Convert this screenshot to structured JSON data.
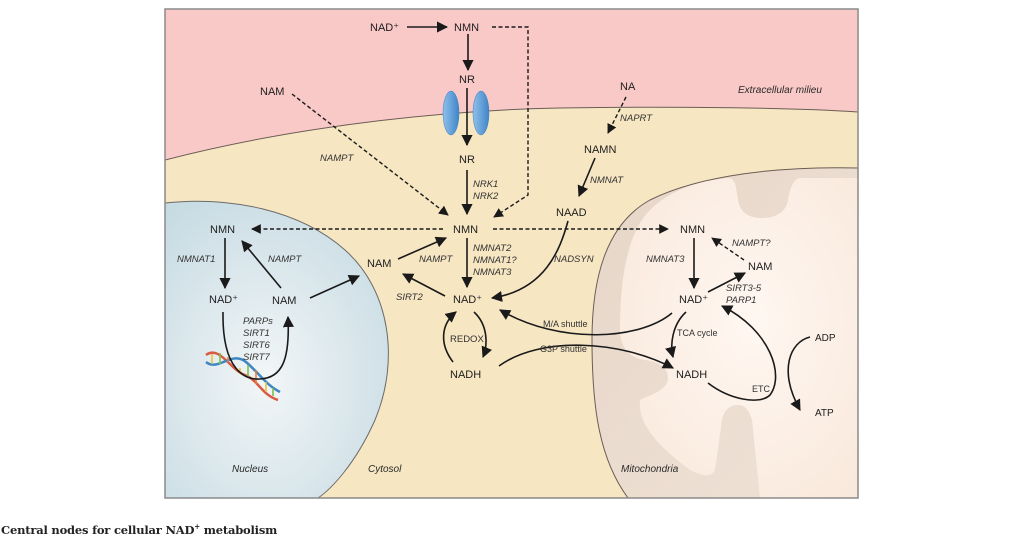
{
  "figure": {
    "compartments": {
      "extracellular": "Extracellular milieu",
      "nucleus": "Nucleus",
      "cytosol": "Cytosol",
      "mitochondria": "Mitochondria"
    },
    "colors": {
      "extracellular": "#f9c9c8",
      "cytosol": "#f6e6c2",
      "nucleus": "#d5e4ea",
      "mitochondria_outer": "#e8d8cc",
      "mitochondria_inner": "#fbeee4",
      "transporter": "#5b9bd5",
      "arrow": "#1a1a1a"
    },
    "nodes": {
      "ex_nad": "NAD⁺",
      "ex_nmn": "NMN",
      "ex_nr": "NR",
      "ex_nam": "NAM",
      "ex_na": "NA",
      "cy_nr": "NR",
      "cy_namn": "NAMN",
      "cy_naad": "NAAD",
      "cy_nmn": "NMN",
      "cy_nam": "NAM",
      "cy_nad": "NAD⁺",
      "cy_nadh": "NADH",
      "nu_nmn": "NMN",
      "nu_nad": "NAD⁺",
      "nu_nam": "NAM",
      "mi_nmn": "NMN",
      "mi_nam": "NAM",
      "mi_nad": "NAD⁺",
      "mi_nadh": "NADH",
      "mi_adp": "ADP",
      "mi_atp": "ATP"
    },
    "enzymes": {
      "nampt_ex": "NAMPT",
      "naprt": "NAPRT",
      "nrk1": "NRK1",
      "nrk2": "NRK2",
      "nmnat": "NMNAT",
      "nmnat2": "NMNAT2",
      "nmnat1q": "NMNAT1?",
      "nmnat3_cy": "NMNAT3",
      "nadsyn": "NADSYN",
      "nampt_cy": "NAMPT",
      "sirt2": "SIRT2",
      "nmnat1": "NMNAT1",
      "nampt_nu": "NAMPT",
      "parps": "PARPs",
      "sirt1": "SIRT1",
      "sirt6": "SIRT6",
      "sirt7": "SIRT7",
      "nmnat3_mi": "NMNAT3",
      "nampt_mi": "NAMPT?",
      "sirt35": "SIRT3-5",
      "parp1": "PARP1"
    },
    "labels": {
      "redox": "REDOX",
      "ma_shuttle": "M/A shuttle",
      "g3p_shuttle": "G3P shuttle",
      "tca": "TCA cycle",
      "etc": "ETC"
    }
  },
  "caption": {
    "prefix": "Central nodes for cellular NAD",
    "sup": "+",
    "suffix": " metabolism"
  }
}
